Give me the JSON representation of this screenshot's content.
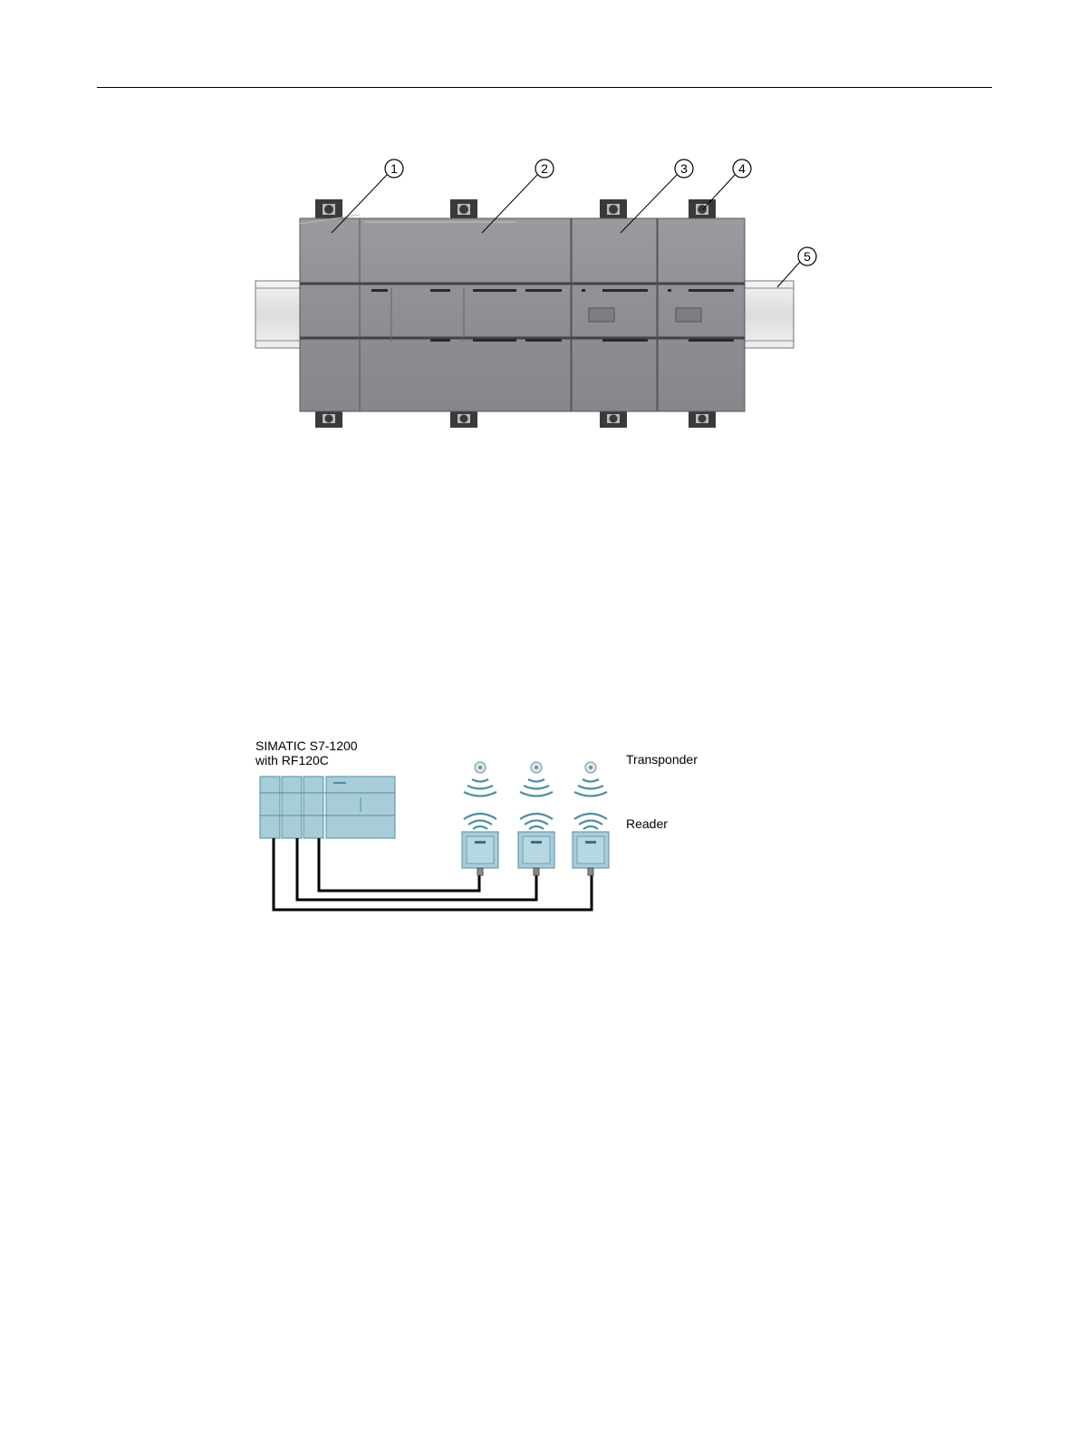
{
  "figure1": {
    "callouts": [
      "1",
      "2",
      "3",
      "4",
      "5"
    ]
  },
  "figure2": {
    "plc_label_line1": "SIMATIC S7-1200",
    "plc_label_line2": "with RF120C",
    "transponder_label": "Transponder",
    "reader_label": "Reader",
    "colors": {
      "module_fill": "#a8cdd8",
      "module_stroke": "#4d8fa3",
      "device_gray": "#888888"
    }
  }
}
